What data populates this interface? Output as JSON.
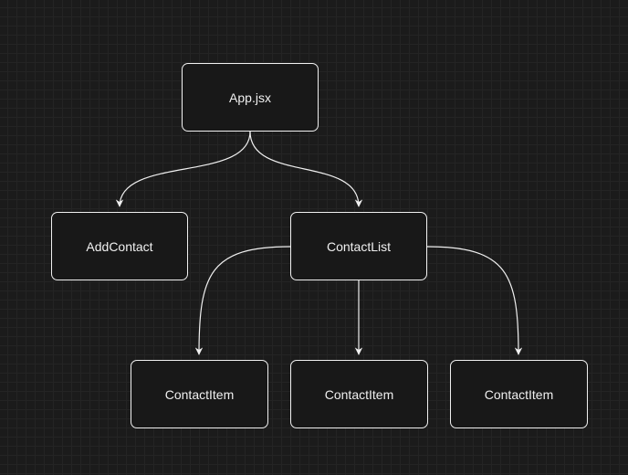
{
  "diagram": {
    "nodes": {
      "app": "App.jsx",
      "add_contact": "AddContact",
      "contact_list": "ContactList",
      "contact_item_1": "ContactItem",
      "contact_item_2": "ContactItem",
      "contact_item_3": "ContactItem"
    },
    "edges": [
      {
        "from": "App.jsx",
        "to": "AddContact"
      },
      {
        "from": "App.jsx",
        "to": "ContactList"
      },
      {
        "from": "ContactList",
        "to": "ContactItem (1)"
      },
      {
        "from": "ContactList",
        "to": "ContactItem (2)"
      },
      {
        "from": "ContactList",
        "to": "ContactItem (3)"
      }
    ],
    "colors": {
      "background": "#1b1b1b",
      "grid": "#2a2a2a",
      "stroke": "#f0f0f0",
      "text": "#f0f0f0"
    }
  }
}
